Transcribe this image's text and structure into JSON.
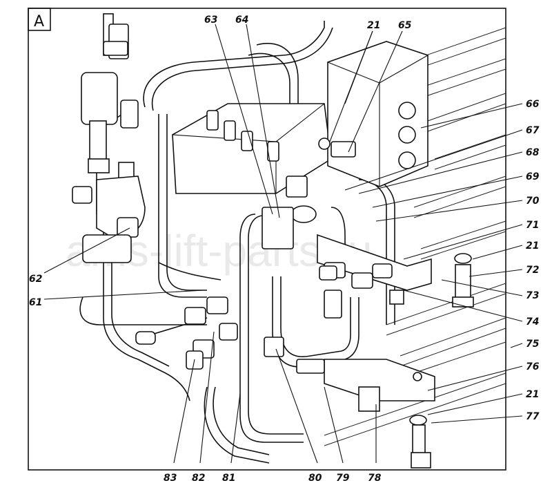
{
  "panel_label": "A",
  "watermark": "ams-lift-parts.ru",
  "callouts": [
    {
      "id": "c63",
      "text": "63"
    },
    {
      "id": "c64",
      "text": "64"
    },
    {
      "id": "c21a",
      "text": "21"
    },
    {
      "id": "c65",
      "text": "65"
    },
    {
      "id": "c66",
      "text": "66"
    },
    {
      "id": "c67",
      "text": "67"
    },
    {
      "id": "c68",
      "text": "68"
    },
    {
      "id": "c69",
      "text": "69"
    },
    {
      "id": "c70",
      "text": "70"
    },
    {
      "id": "c71",
      "text": "71"
    },
    {
      "id": "c21b",
      "text": "21"
    },
    {
      "id": "c72",
      "text": "72"
    },
    {
      "id": "c73",
      "text": "73"
    },
    {
      "id": "c74",
      "text": "74"
    },
    {
      "id": "c75",
      "text": "75"
    },
    {
      "id": "c76",
      "text": "76"
    },
    {
      "id": "c21c",
      "text": "21"
    },
    {
      "id": "c77",
      "text": "77"
    },
    {
      "id": "c62",
      "text": "62"
    },
    {
      "id": "c61",
      "text": "61"
    },
    {
      "id": "c83",
      "text": "83"
    },
    {
      "id": "c82",
      "text": "82"
    },
    {
      "id": "c81",
      "text": "81"
    },
    {
      "id": "c80",
      "text": "80"
    },
    {
      "id": "c79",
      "text": "79"
    },
    {
      "id": "c78",
      "text": "78"
    }
  ]
}
